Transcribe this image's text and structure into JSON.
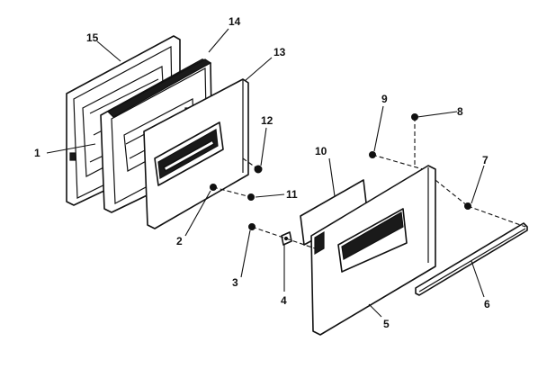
{
  "callouts": [
    "1",
    "2",
    "3",
    "4",
    "5",
    "6",
    "7",
    "8",
    "9",
    "10",
    "11",
    "12",
    "13",
    "14",
    "15"
  ],
  "colors": {
    "ink": "#111111",
    "paper": "#ffffff"
  }
}
